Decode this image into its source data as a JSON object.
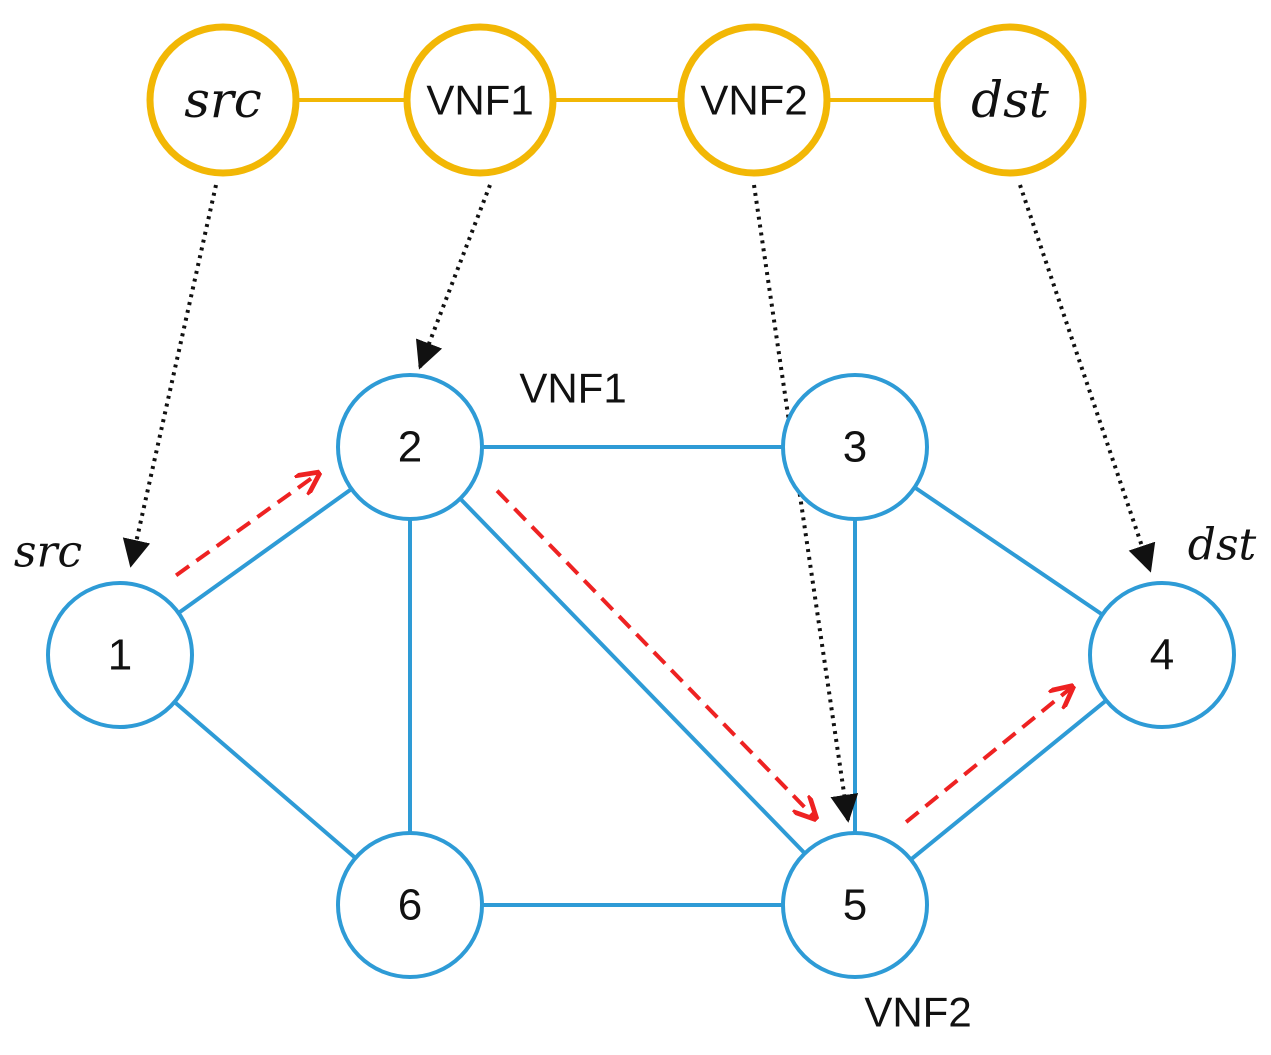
{
  "colors": {
    "chain": "#F2B705",
    "network": "#2E9BD6",
    "path": "#EE2222",
    "mapping": "#111111",
    "text": "#111111"
  },
  "chain": {
    "nodes": [
      {
        "id": "src",
        "label": "src",
        "math": true
      },
      {
        "id": "vnf1",
        "label": "VNF1",
        "math": false
      },
      {
        "id": "vnf2",
        "label": "VNF2",
        "math": false
      },
      {
        "id": "dst",
        "label": "dst",
        "math": true
      }
    ]
  },
  "network": {
    "nodes": [
      {
        "id": "n1",
        "label": "1"
      },
      {
        "id": "n2",
        "label": "2"
      },
      {
        "id": "n3",
        "label": "3"
      },
      {
        "id": "n4",
        "label": "4"
      },
      {
        "id": "n5",
        "label": "5"
      },
      {
        "id": "n6",
        "label": "6"
      }
    ],
    "edges": [
      [
        "n1",
        "n2"
      ],
      [
        "n1",
        "n6"
      ],
      [
        "n2",
        "n3"
      ],
      [
        "n2",
        "n6"
      ],
      [
        "n2",
        "n5"
      ],
      [
        "n3",
        "n5"
      ],
      [
        "n3",
        "n4"
      ],
      [
        "n6",
        "n5"
      ],
      [
        "n5",
        "n4"
      ]
    ],
    "annotations": [
      {
        "node": "n1",
        "text": "src",
        "math": true
      },
      {
        "node": "n2",
        "text": "VNF1",
        "math": false
      },
      {
        "node": "n4",
        "text": "dst",
        "math": true
      },
      {
        "node": "n5",
        "text": "VNF2",
        "math": false
      }
    ]
  },
  "path": [
    "n1",
    "n2",
    "n5",
    "n4"
  ],
  "mappings": [
    {
      "from": "src",
      "to": "n1"
    },
    {
      "from": "vnf1",
      "to": "n2"
    },
    {
      "from": "vnf2",
      "to": "n5"
    },
    {
      "from": "dst",
      "to": "n4"
    }
  ]
}
